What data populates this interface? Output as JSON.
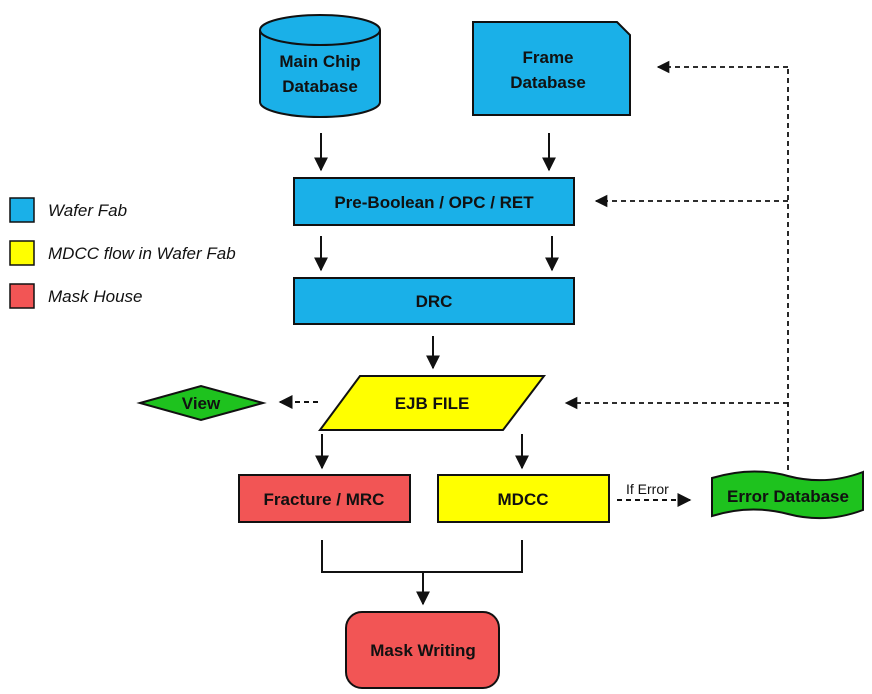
{
  "colors": {
    "wafer_fab": "#1ab0e8",
    "mdcc_flow": "#ffff00",
    "mask_house": "#f25555",
    "green": "#1ec21e"
  },
  "legend": [
    {
      "label": "Wafer Fab",
      "color": "#1ab0e8"
    },
    {
      "label": "MDCC flow in Wafer Fab",
      "color": "#ffff00"
    },
    {
      "label": "Mask House",
      "color": "#f25555"
    }
  ],
  "nodes": {
    "main_chip": {
      "line1": "Main Chip",
      "line2": "Database"
    },
    "frame": {
      "line1": "Frame",
      "line2": "Database"
    },
    "pre_boolean": "Pre-Boolean / OPC / RET",
    "drc": "DRC",
    "ejb": "EJB FILE",
    "view": "View",
    "fracture": "Fracture / MRC",
    "mdcc": "MDCC",
    "error_db": "Error Database",
    "mask_writing": "Mask Writing"
  },
  "edge_labels": {
    "if_error": "If Error"
  }
}
